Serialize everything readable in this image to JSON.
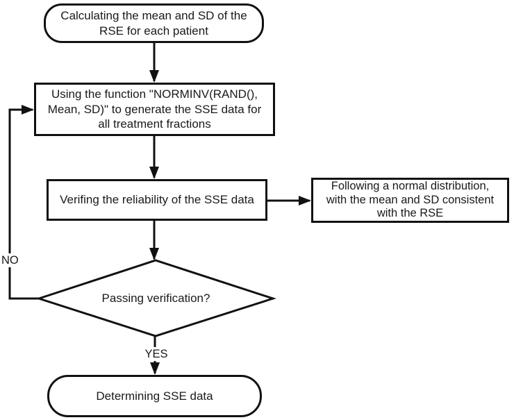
{
  "diagram": {
    "type": "flowchart",
    "stroke_color": "#111111",
    "text_color": "#1a1a1a",
    "background_color": "#ffffff",
    "nodes": {
      "start": {
        "shape": "terminator",
        "text": "Calculating the mean and SD of the\nRSE for each patient"
      },
      "generate": {
        "shape": "process",
        "text": "Using the function \"NORMINV(RAND(),\nMean, SD)\" to generate the SSE data for\nall treatment fractions"
      },
      "verify": {
        "shape": "process",
        "text": "Verifing the reliability of the SSE data"
      },
      "distribution_note": {
        "shape": "process",
        "text": "Following a normal distribution,\nwith the mean and SD consistent\nwith the RSE"
      },
      "decision": {
        "shape": "decision",
        "text": "Passing verification?"
      },
      "end": {
        "shape": "terminator",
        "text": "Determining SSE data"
      }
    },
    "edge_labels": {
      "no": "NO",
      "yes": "YES"
    }
  }
}
